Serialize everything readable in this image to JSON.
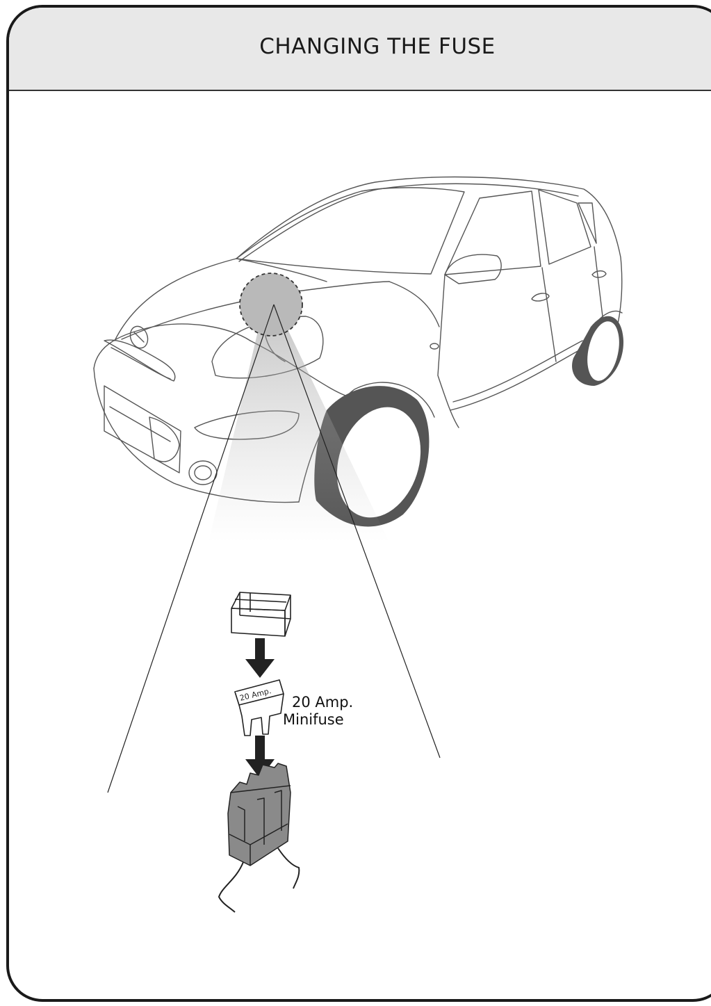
{
  "page": {
    "title": "CHANGING THE FUSE"
  },
  "fuse": {
    "body_label": "20 Amp.",
    "callout_line1": "20 Amp.",
    "callout_line2": "Minifuse"
  },
  "colors": {
    "header_bg": "#e8e8e8",
    "frame": "#1a1a1a",
    "highlight": "#b9b9b9",
    "tire": "#555555",
    "holder": "#8a8a8a"
  },
  "icons": [
    "car-illustration",
    "fuse-location-highlight",
    "fuse-cover-icon",
    "down-arrow-icon",
    "minifuse-icon",
    "fuse-holder-icon"
  ]
}
